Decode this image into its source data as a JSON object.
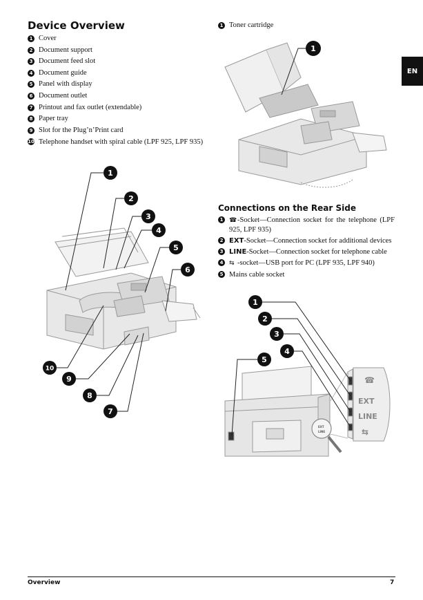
{
  "overview": {
    "title": "Device Overview",
    "items": [
      {
        "n": "1",
        "text": "Cover"
      },
      {
        "n": "2",
        "text": "Document support"
      },
      {
        "n": "3",
        "text": "Document feed slot"
      },
      {
        "n": "4",
        "text": "Document guide"
      },
      {
        "n": "5",
        "text": "Panel with display"
      },
      {
        "n": "6",
        "text": "Document outlet"
      },
      {
        "n": "7",
        "text": "Printout and fax outlet (extendable)"
      },
      {
        "n": "8",
        "text": "Paper tray"
      },
      {
        "n": "9",
        "text": "Slot for the Plug’n’Print card"
      },
      {
        "n": "10",
        "text": "Telephone handset with spiral cable (LPF 925, LPF 935)"
      }
    ]
  },
  "toner": {
    "n": "1",
    "text": "Toner cartridge"
  },
  "rear": {
    "title": "Connections on the Rear Side",
    "items": [
      {
        "n": "1",
        "text": "-Socket—Connection socket for the telephone (LPF 925, LPF 935)"
      },
      {
        "n": "2",
        "label": "EXT",
        "text": "-Socket—Connection socket for additional devices"
      },
      {
        "n": "3",
        "label": "LINE",
        "text": "-Socket—Connection socket for telephone cable"
      },
      {
        "n": "4",
        "text": "-socket—USB port for PC (LPF 935, LPF 940)"
      },
      {
        "n": "5",
        "text": "Mains cable socket"
      }
    ]
  },
  "device_callouts": [
    "1",
    "2",
    "3",
    "4",
    "5",
    "6",
    "7",
    "8",
    "9",
    "10"
  ],
  "toner_callout": "1",
  "rear_callouts": [
    "1",
    "2",
    "3",
    "4",
    "5"
  ],
  "port_labels": {
    "ext": "EXT",
    "line": "LINE"
  },
  "zoom_labels": {
    "ext": "EXT",
    "line": "LINE"
  },
  "side_tab": "EN",
  "footer": {
    "section": "Overview",
    "page": "7"
  }
}
